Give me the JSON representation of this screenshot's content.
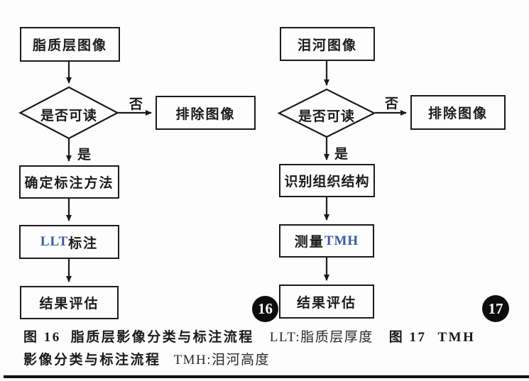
{
  "flow_left": {
    "start": "脂质层图像",
    "decision": "是否可读",
    "branch_no": "否",
    "branch_yes": "是",
    "exclude": "排除图像",
    "step_method": "确定标注方法",
    "step_annotate_accent": "LLT",
    "step_annotate_rest": "标注",
    "step_evaluate": "结果评估",
    "badge": "16"
  },
  "flow_right": {
    "start": "泪河图像",
    "decision": "是否可读",
    "branch_no": "否",
    "branch_yes": "是",
    "exclude": "排除图像",
    "step_identify": "识别组织结构",
    "step_measure_rest": "测量",
    "step_measure_accent": "TMH",
    "step_evaluate": "结果评估",
    "badge": "17"
  },
  "caption": {
    "fig16_label": "图 16",
    "fig16_title": "脂质层影像分类与标注流程",
    "llt_definition": "LLT:脂质层厚度",
    "fig17_label": "图 17",
    "fig17_term": "TMH",
    "fig17_title_rest": "影像分类与标注流程",
    "tmh_definition": "TMH:泪河高度"
  },
  "colors": {
    "ink": "#1b1b1b",
    "accent_term_blue": "#3a5ba0",
    "badge_background": "#0d0d0d",
    "badge_text": "#ffffff"
  }
}
